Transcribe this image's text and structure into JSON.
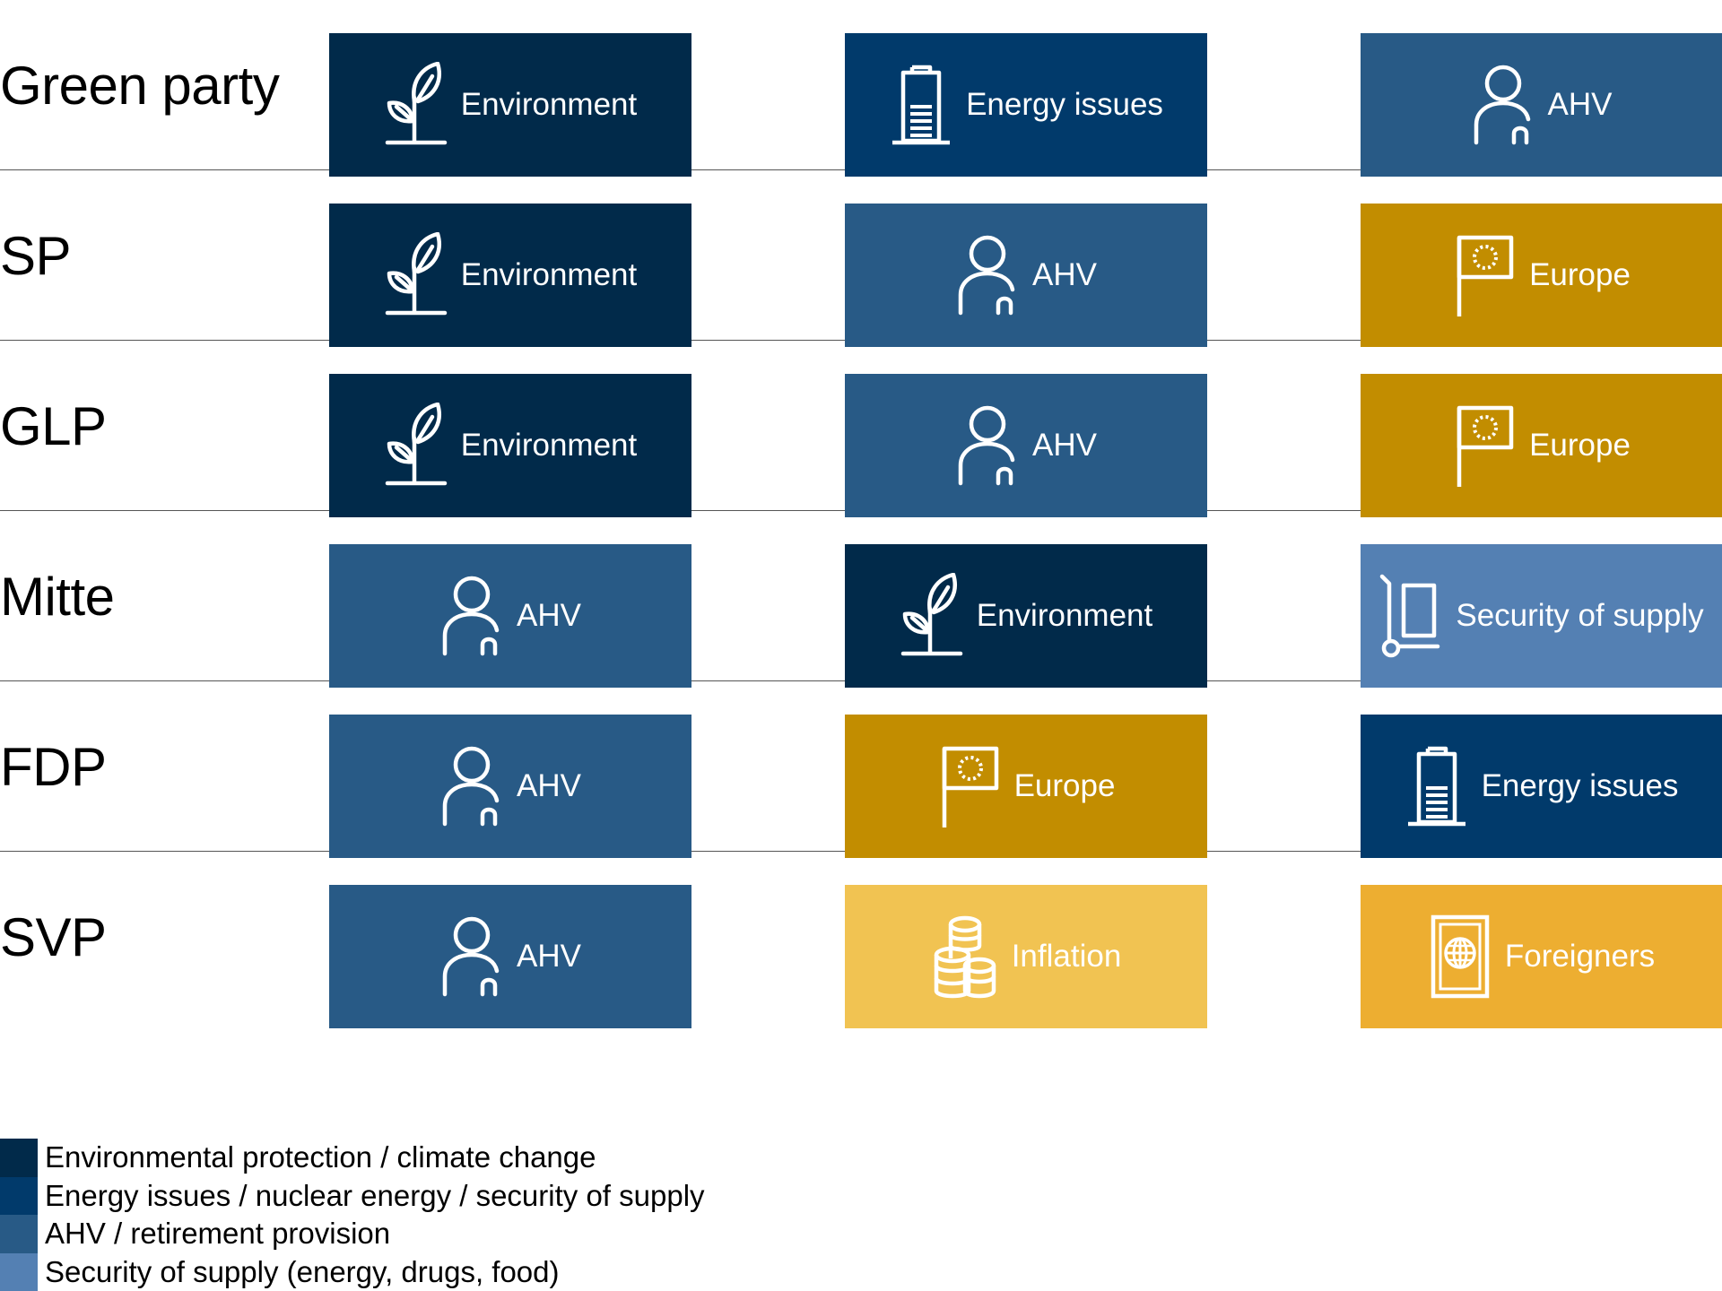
{
  "colors": {
    "environment": "#012a4a",
    "energy": "#013a6b",
    "ahv": "#285a86",
    "security": "#5480b3",
    "europe": "#c28d00",
    "inflation": "#f1c352",
    "foreigners": "#edae31"
  },
  "rows": [
    {
      "party": "Green party",
      "tiles": [
        {
          "label": "Environment",
          "icon": "plant-icon",
          "color_key": "environment"
        },
        {
          "label": "Energy issues",
          "icon": "battery-icon",
          "color_key": "energy"
        },
        {
          "label": "AHV",
          "icon": "person-icon",
          "color_key": "ahv"
        }
      ]
    },
    {
      "party": "SP",
      "tiles": [
        {
          "label": "Environment",
          "icon": "plant-icon",
          "color_key": "environment"
        },
        {
          "label": "AHV",
          "icon": "person-icon",
          "color_key": "ahv"
        },
        {
          "label": "Europe",
          "icon": "eu-flag-icon",
          "color_key": "europe"
        }
      ]
    },
    {
      "party": "GLP",
      "tiles": [
        {
          "label": "Environment",
          "icon": "plant-icon",
          "color_key": "environment"
        },
        {
          "label": "AHV",
          "icon": "person-icon",
          "color_key": "ahv"
        },
        {
          "label": "Europe",
          "icon": "eu-flag-icon",
          "color_key": "europe"
        }
      ]
    },
    {
      "party": "Mitte",
      "tiles": [
        {
          "label": "AHV",
          "icon": "person-icon",
          "color_key": "ahv"
        },
        {
          "label": "Environment",
          "icon": "plant-icon",
          "color_key": "environment"
        },
        {
          "label": "Security of supply",
          "icon": "hand-truck-icon",
          "color_key": "security"
        }
      ]
    },
    {
      "party": "FDP",
      "tiles": [
        {
          "label": "AHV",
          "icon": "person-icon",
          "color_key": "ahv"
        },
        {
          "label": "Europe",
          "icon": "eu-flag-icon",
          "color_key": "europe"
        },
        {
          "label": "Energy issues",
          "icon": "battery-icon",
          "color_key": "energy"
        }
      ]
    },
    {
      "party": "SVP",
      "tiles": [
        {
          "label": "AHV",
          "icon": "person-icon",
          "color_key": "ahv"
        },
        {
          "label": "Inflation",
          "icon": "coins-icon",
          "color_key": "inflation"
        },
        {
          "label": "Foreigners",
          "icon": "passport-icon",
          "color_key": "foreigners"
        }
      ]
    }
  ],
  "legend": [
    {
      "label": "Environmental protection / climate change",
      "color_key": "environment"
    },
    {
      "label": "Energy issues / nuclear energy / security of supply",
      "color_key": "energy"
    },
    {
      "label": "AHV / retirement provision",
      "color_key": "ahv"
    },
    {
      "label": "Security of supply (energy, drugs, food)",
      "color_key": "security"
    }
  ]
}
